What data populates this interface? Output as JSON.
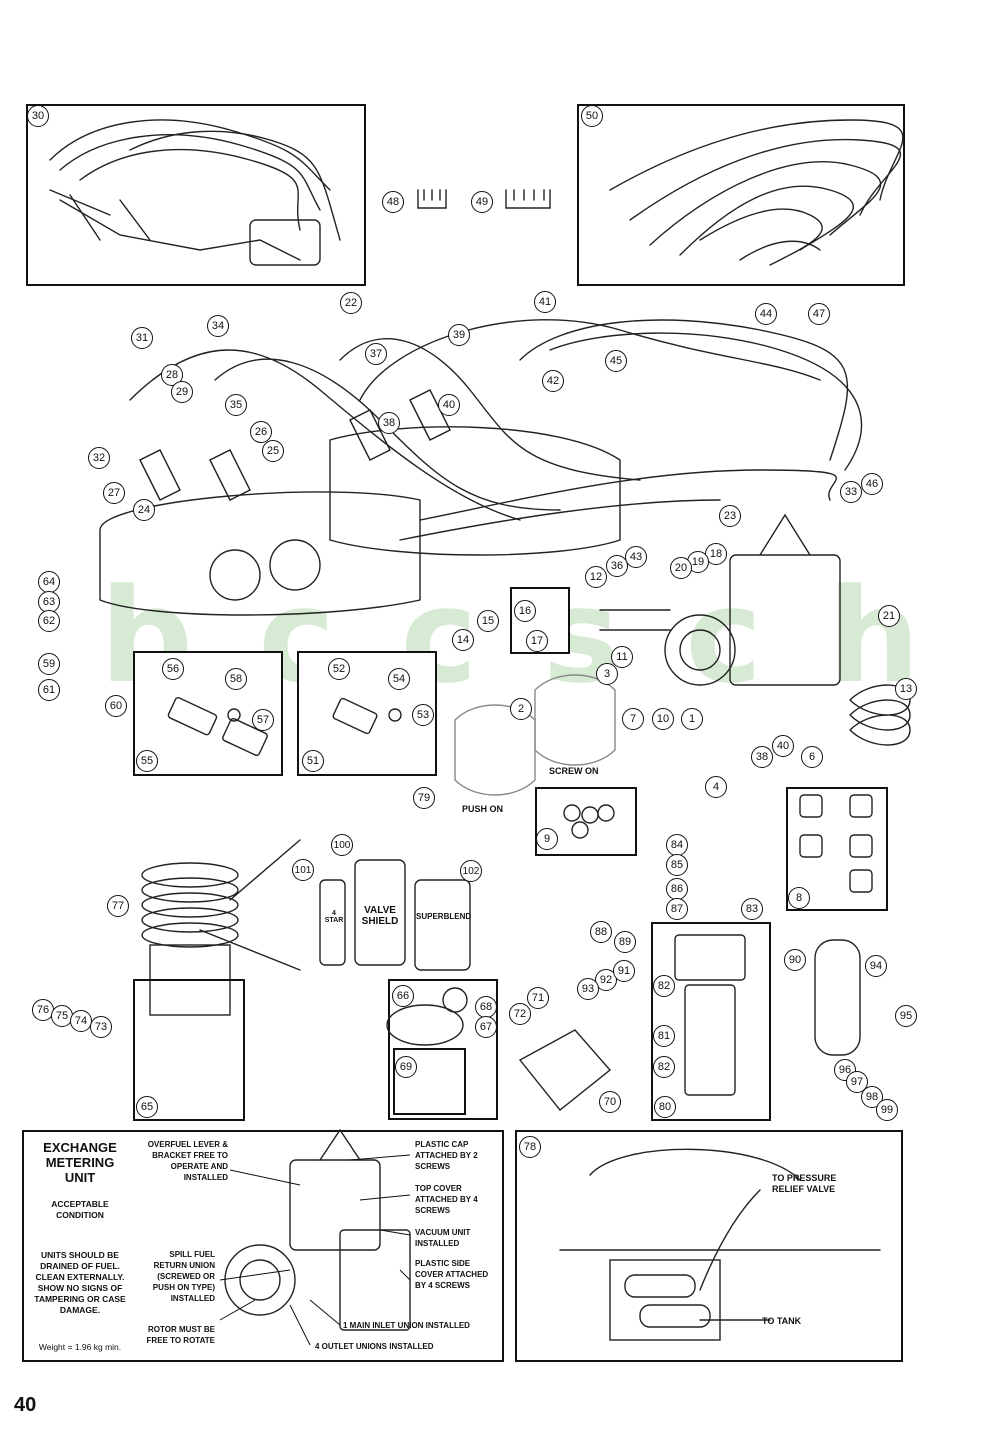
{
  "watermark": {
    "letters": [
      "b",
      "c",
      "c",
      "s",
      "c",
      "h"
    ],
    "color": "#b7d9b0"
  },
  "callouts": [
    "30",
    "50",
    "48",
    "49",
    "22",
    "41",
    "44",
    "47",
    "31",
    "34",
    "39",
    "37",
    "45",
    "28",
    "29",
    "42",
    "35",
    "40",
    "38",
    "26",
    "25",
    "32",
    "27",
    "24",
    "46",
    "33",
    "23",
    "18",
    "19",
    "20",
    "36",
    "43",
    "12",
    "16",
    "15",
    "17",
    "14",
    "21",
    "64",
    "63",
    "62",
    "56",
    "58",
    "52",
    "54",
    "59",
    "61",
    "60",
    "57",
    "53",
    "55",
    "51",
    "3",
    "11",
    "7",
    "10",
    "1",
    "2",
    "13",
    "38",
    "40",
    "6",
    "4",
    "79",
    "100",
    "102",
    "101",
    "9",
    "84",
    "85",
    "86",
    "87",
    "83",
    "88",
    "89",
    "8",
    "77",
    "90",
    "94",
    "92",
    "91",
    "93",
    "95",
    "76",
    "75",
    "74",
    "73",
    "66",
    "68",
    "67",
    "71",
    "72",
    "82",
    "81",
    "82",
    "96",
    "97",
    "98",
    "99",
    "69",
    "70",
    "65",
    "80",
    "78"
  ],
  "labels": {
    "screw_on": "SCREW ON",
    "push_on": "PUSH ON",
    "to_pressure_relief": "TO PRESSURE\nRELIEF VALVE",
    "to_tank": "TO TANK"
  },
  "bottles": {
    "left": "4 STAR",
    "middle": "VALVE SHIELD",
    "right": "SUPERBLEND"
  },
  "exchange": {
    "title": "EXCHANGE METERING UNIT",
    "acceptable": "ACCEPTABLE CONDITION",
    "notes": "UNITS SHOULD BE DRAINED OF FUEL. CLEAN EXTERNALLY. SHOW NO SIGNS OF TAMPERING OR CASE DAMAGE.",
    "weight": "Weight = 1.96 kg min.",
    "overfuel": "OVERFUEL LEVER & BRACKET FREE TO OPERATE AND INSTALLED",
    "spill": "SPILL FUEL RETURN UNION (SCREWED OR PUSH ON TYPE) INSTALLED",
    "rotor": "ROTOR MUST BE FREE TO ROTATE",
    "plastic_cap": "PLASTIC CAP ATTACHED BY 2 SCREWS",
    "top_cover": "TOP COVER ATTACHED BY 4 SCREWS",
    "vacuum": "VACUUM UNIT INSTALLED",
    "side_cover": "PLASTIC SIDE COVER ATTACHED BY 4 SCREWS",
    "inlet": "1 MAIN INLET UNION INSTALLED",
    "outlets": "4 OUTLET UNIONS INSTALLED"
  },
  "page_number": "40"
}
